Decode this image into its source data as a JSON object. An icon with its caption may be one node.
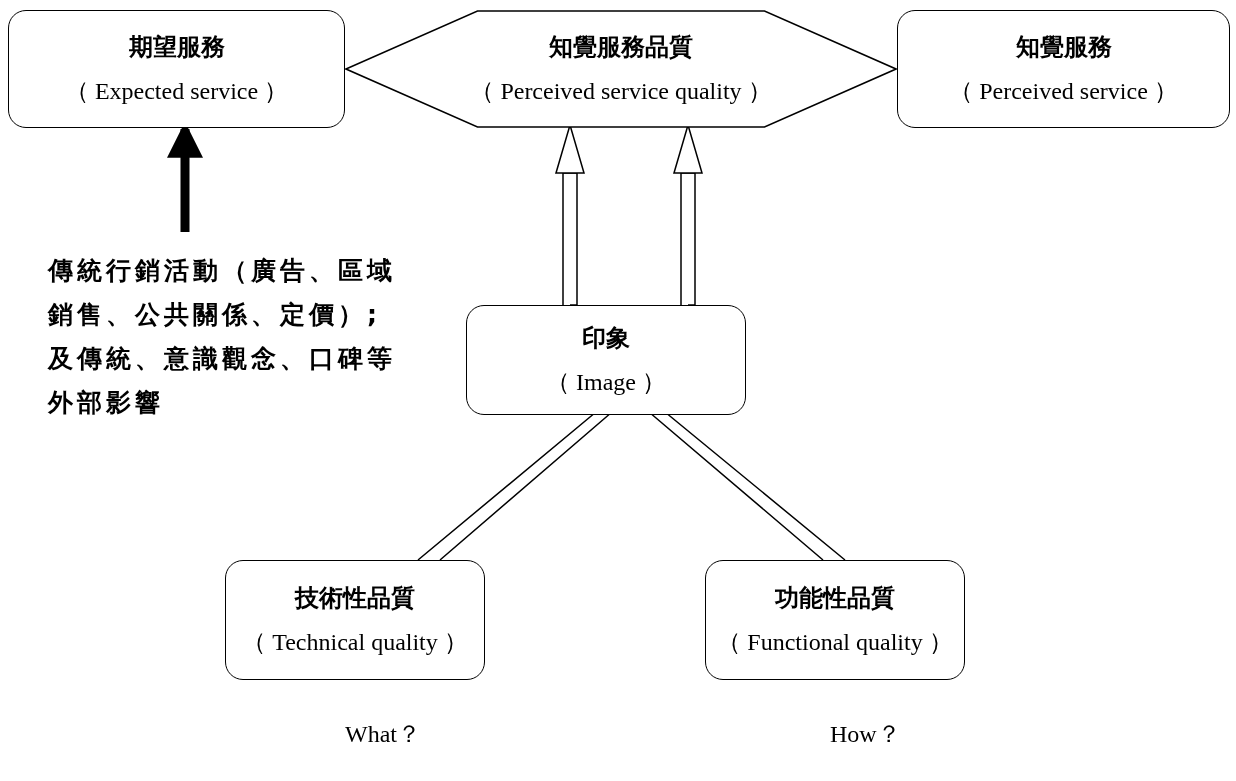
{
  "diagram": {
    "nodes": [
      {
        "text": [
          "期望服務",
          "（ Expected service ）"
        ]
      },
      {
        "text": [
          "知覺服務品質",
          "（ Perceived service quality ）"
        ]
      },
      {
        "text": [
          "知覺服務",
          "（ Perceived service ）"
        ]
      },
      {
        "text": [
          "傳統行銷活動（廣告、區域銷售、公共關係、定價）; 及傳統、意識觀念、口碑等外部影響"
        ]
      },
      {
        "text": [
          "印象",
          "（ Image ）"
        ]
      },
      {
        "text": [
          "技術性品質",
          "（ Technical quality ）"
        ]
      },
      {
        "text": [
          "功能性品質",
          "（ Functional quality ）"
        ]
      }
    ],
    "edges": [
      {
        "from": 3,
        "to": 0,
        "arrow": "to",
        "style": "thick"
      },
      {
        "from": 4,
        "to": 1,
        "arrow": "to"
      },
      {
        "from": 4,
        "to": 1,
        "arrow": "to"
      },
      {
        "from": 5,
        "to": 4,
        "arrow": "none"
      },
      {
        "from": 6,
        "to": 4,
        "arrow": "none"
      }
    ],
    "labels": [
      "What？",
      "How？"
    ]
  }
}
